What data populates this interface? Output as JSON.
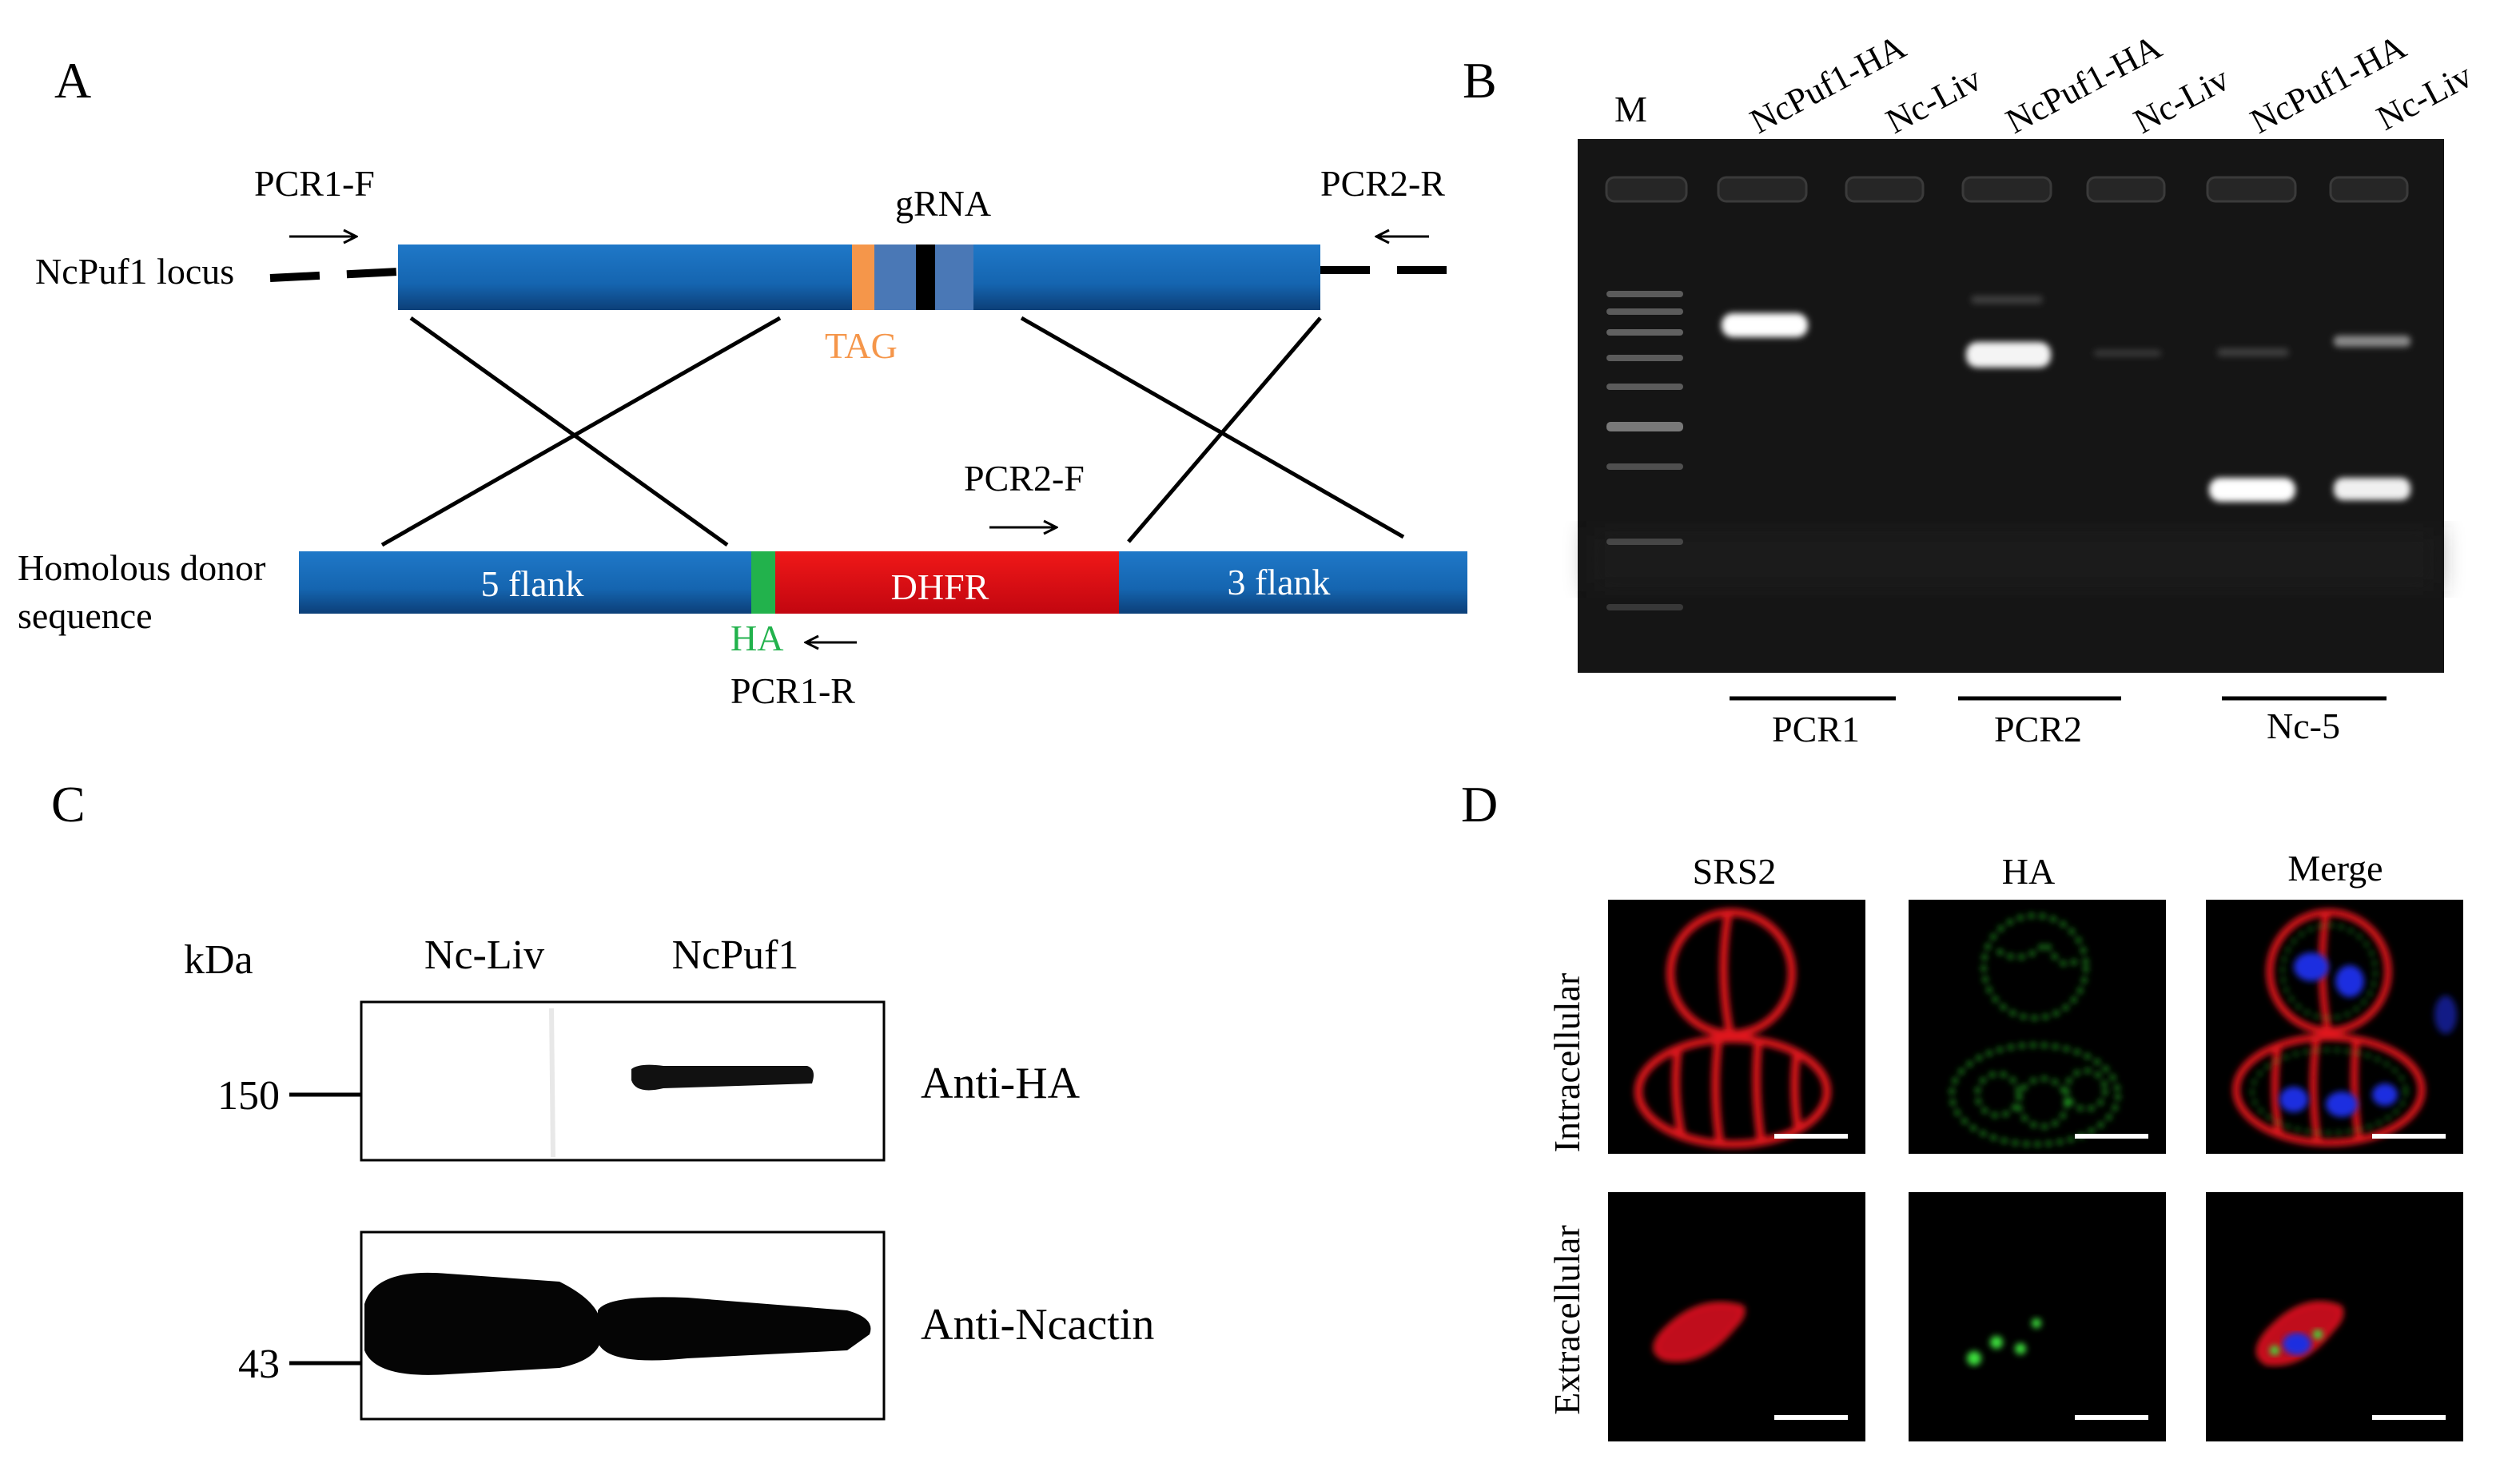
{
  "panel_labels": {
    "a": "A",
    "b": "B",
    "c": "C",
    "d": "D"
  },
  "panel_a": {
    "locus_label": "NcPuf1 locus",
    "primer_pcr1_f": "PCR1-F",
    "primer_pcr2_r": "PCR2-R",
    "grna_label": "gRNA",
    "tag_label": "TAG",
    "donor_label_line1": "Homolous donor",
    "donor_label_line2": "sequence",
    "flank5_label": "5 flank",
    "dhfr_label": "DHFR",
    "flank3_label": "3 flank",
    "ha_label": "HA",
    "primer_pcr1_r": "PCR1-R",
    "primer_pcr2_f": "PCR2-F",
    "colors": {
      "segment_blue": "#1565b0",
      "grna_blue": "#4a78b6",
      "tag_orange": "#f5964a",
      "dhfr_red": "#e30613",
      "ha_green": "#22b24c"
    }
  },
  "panel_b": {
    "marker_label": "M",
    "lane_labels": [
      "NcPuf1-HA",
      "Nc-Liv",
      "NcPuf1-HA",
      "Nc-Liv",
      "NcPuf1-HA",
      "Nc-Liv"
    ],
    "group_labels": [
      "PCR1",
      "PCR2",
      "Nc-5"
    ]
  },
  "panel_c": {
    "unit_label": "kDa",
    "lane_labels": [
      "Nc-Liv",
      "NcPuf1"
    ],
    "markers": [
      "150",
      "43"
    ],
    "blot_labels": [
      "Anti-HA",
      "Anti-Ncactin"
    ]
  },
  "panel_d": {
    "column_labels": [
      "SRS2",
      "HA",
      "Merge"
    ],
    "row_labels": [
      "Intracellular",
      "Extracellular"
    ],
    "colors": {
      "srs2": "#e0141e",
      "ha": "#2cc52c",
      "dapi": "#1f2ee0"
    }
  }
}
